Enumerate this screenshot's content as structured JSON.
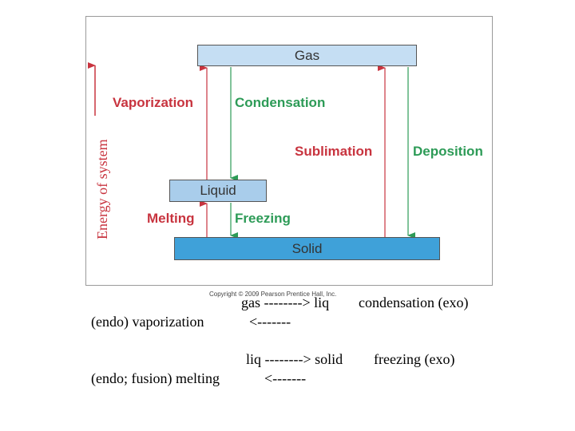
{
  "diagram": {
    "states": {
      "gas": "Gas",
      "liquid": "Liquid",
      "solid": "Solid"
    },
    "transitions": {
      "vaporization": "Vaporization",
      "condensation": "Condensation",
      "melting": "Melting",
      "freezing": "Freezing",
      "sublimation": "Sublimation",
      "deposition": "Deposition"
    },
    "axis_label": "Energy of system",
    "copyright": "Copyright © 2009 Pearson Prentice Hall, Inc.",
    "colors": {
      "endo": "#c8343f",
      "exo": "#2d9b57",
      "gas": "#c5def3",
      "liquid": "#a9cdeb",
      "solid": "#3fa1d9"
    }
  },
  "notes": {
    "line1": "gas --------> liq",
    "line1_right": "condensation (exo)",
    "line2_left": "(endo) vaporization",
    "line2_arrow": "<-------",
    "line3": "liq --------> solid",
    "line3_right": "freezing (exo)",
    "line4_left": "(endo; fusion) melting",
    "line4_arrow": "<-------"
  }
}
